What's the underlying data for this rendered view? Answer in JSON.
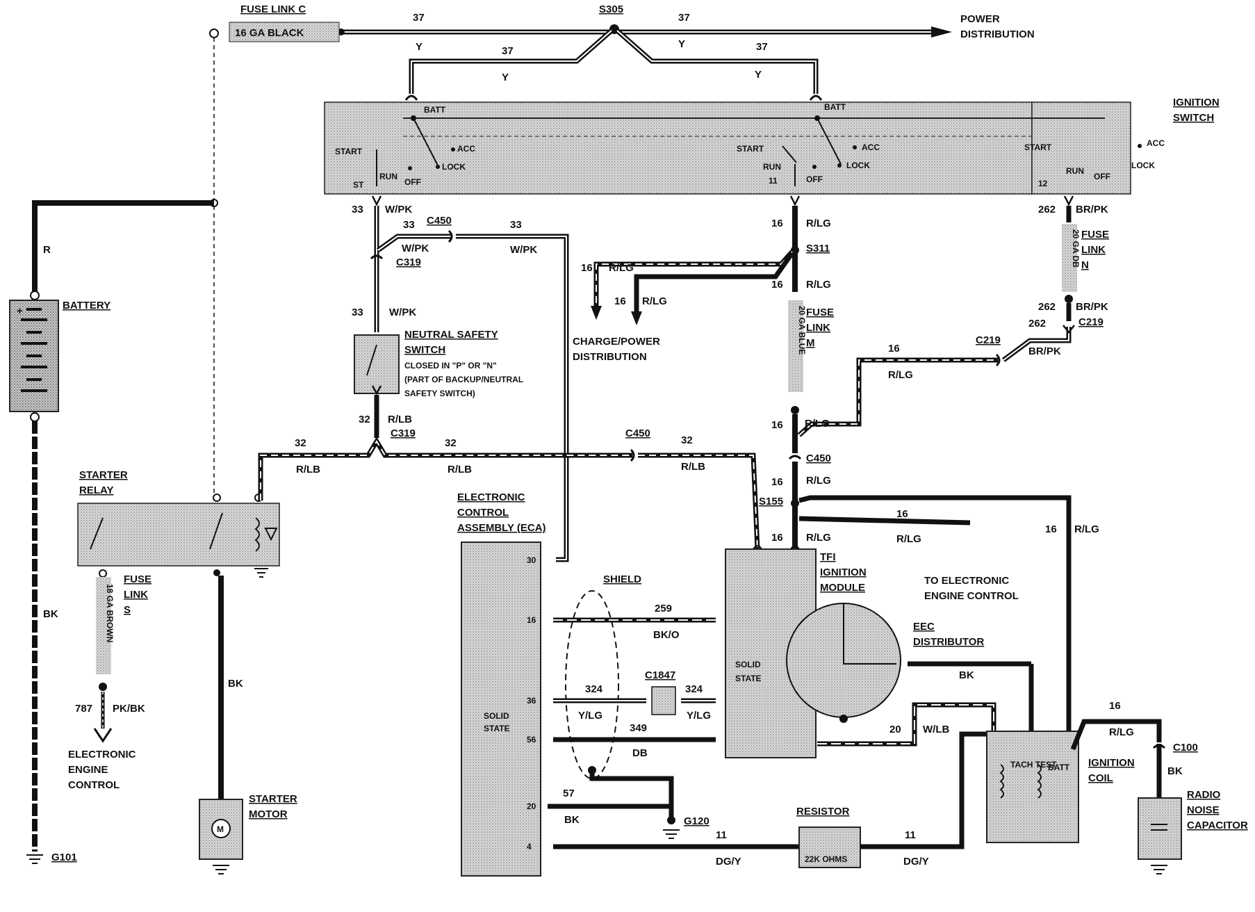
{
  "labels": {
    "fuse_link_c": "FUSE LINK C",
    "fuse_c_gauge": "16 GA BLACK",
    "s305": "S305",
    "power_distribution_1": "POWER",
    "power_distribution_2": "DISTRIBUTION",
    "ignition_switch_1": "IGNITION",
    "ignition_switch_2": "SWITCH",
    "batt": "BATT",
    "start": "START",
    "run": "RUN",
    "off": "OFF",
    "acc": "ACC",
    "lock": "LOCK",
    "st": "ST",
    "pin_11": "11",
    "pin_12": "12",
    "battery": "BATTERY",
    "starter_relay_1": "STARTER",
    "starter_relay_2": "RELAY",
    "fuse_link_s_1": "FUSE",
    "fuse_link_s_2": "LINK",
    "fuse_link_s_3": "S",
    "fuse_s_gauge": "18 GA BROWN",
    "electronic_engine_control_1": "ELECTRONIC",
    "electronic_engine_control_2": "ENGINE",
    "electronic_engine_control_3": "CONTROL",
    "starter_motor_1": "STARTER",
    "starter_motor_2": "MOTOR",
    "g101": "G101",
    "neutral_safety_1": "NEUTRAL SAFETY",
    "neutral_safety_2": "SWITCH",
    "neutral_safety_3": "CLOSED IN \"P\" OR \"N\"",
    "neutral_safety_4": "(PART OF BACKUP/NEUTRAL",
    "neutral_safety_5": "SAFETY SWITCH)",
    "c450": "C450",
    "c319": "C319",
    "c219": "C219",
    "s311": "S311",
    "s155": "S155",
    "charge_power_1": "CHARGE/POWER",
    "charge_power_2": "DISTRIBUTION",
    "fuse_link_m_1": "FUSE",
    "fuse_link_m_2": "LINK",
    "fuse_link_m_3": "M",
    "fuse_m_gauge": "20 GA BLUE",
    "fuse_link_n_1": "FUSE",
    "fuse_link_n_2": "LINK",
    "fuse_link_n_3": "N",
    "fuse_n_gauge": "20 GA DB",
    "eca_1": "ELECTRONIC",
    "eca_2": "CONTROL",
    "eca_3": "ASSEMBLY (ECA)",
    "solid_state": "SOLID",
    "solid_state_2": "STATE",
    "shield": "SHIELD",
    "c1847": "C1847",
    "g120": "G120",
    "tfi_1": "TFI",
    "tfi_2": "IGNITION",
    "tfi_3": "MODULE",
    "to_eec_1": "TO ELECTRONIC",
    "to_eec_2": "ENGINE CONTROL",
    "eec_dist_1": "EEC",
    "eec_dist_2": "DISTRIBUTOR",
    "resistor": "RESISTOR",
    "resistor_value": "22K OHMS",
    "ignition_coil_1": "IGNITION",
    "ignition_coil_2": "COIL",
    "tach_test": "TACH TEST",
    "c100": "C100",
    "radio_cap_1": "RADIO",
    "radio_cap_2": "NOISE",
    "radio_cap_3": "CAPACITOR"
  },
  "wires": {
    "c37": "37",
    "y": "Y",
    "c33": "33",
    "wpk": "W/PK",
    "c32": "32",
    "rlb": "R/LB",
    "c16": "16",
    "rlg": "R/LG",
    "c262": "262",
    "brpk": "BR/PK",
    "r": "R",
    "bk": "BK",
    "c787": "787",
    "pkbk": "PK/BK",
    "c259": "259",
    "bko": "BK/O",
    "c324": "324",
    "ylg": "Y/LG",
    "c349": "349",
    "db": "DB",
    "c57": "57",
    "c11": "11",
    "dgy": "DG/Y",
    "c20": "20",
    "wlb": "W/LB",
    "pin30": "30",
    "pin16": "16",
    "pin36": "36",
    "pin56": "56",
    "pin20": "20",
    "pin4": "4"
  }
}
